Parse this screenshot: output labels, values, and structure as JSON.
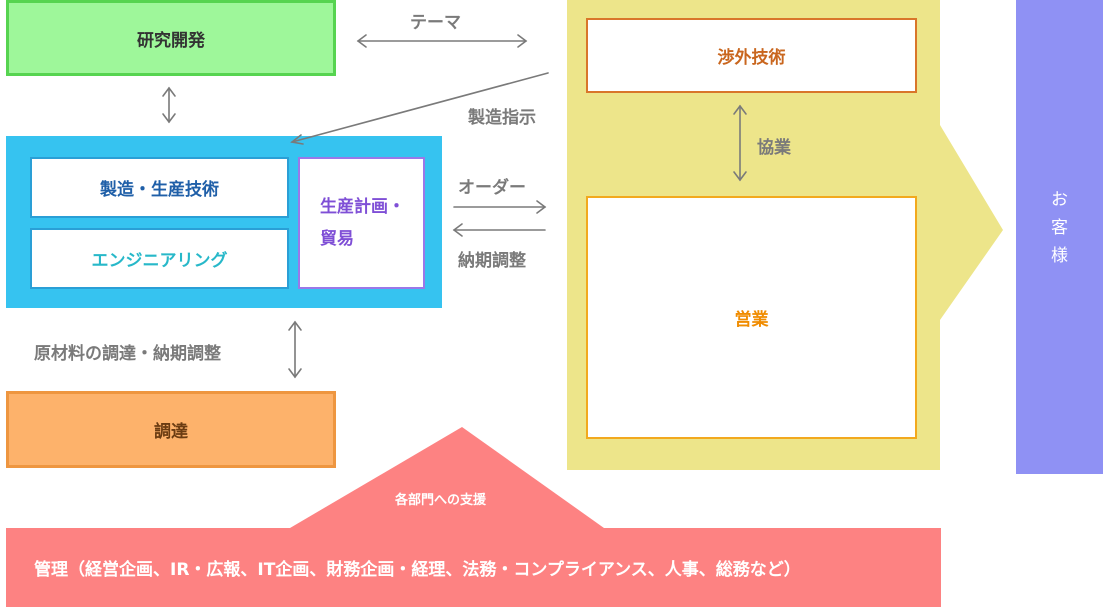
{
  "nodes": {
    "research": "研究開発",
    "external_tech": "渉外技術",
    "manufacturing": "製造・生産技術",
    "engineering": "エンジニアリング",
    "planning": "生産計画・\n貿易",
    "sales": "営業",
    "procurement": "調達",
    "customer": "お\n客\n様",
    "management": "管理（経営企画、IR・広報、IT企画、財務企画・経理、法務・コンプライアンス、人事、総務など）"
  },
  "labels": {
    "theme": "テーマ",
    "manufacturing_instruction": "製造指示",
    "cooperation": "協業",
    "order": "オーダー",
    "delivery_adjustment": "納期調整",
    "materials_procurement": "原材料の調達・納期調整",
    "support": "各部門への支援"
  },
  "colors": {
    "research_fill": "#9ef79a",
    "research_border": "#56d450",
    "blue_block": "#36c3f0",
    "manufacturing_text": "#1f5fa8",
    "engineering_text": "#27b8c9",
    "planning_border": "#9a78e8",
    "planning_text": "#7f4fd6",
    "yellow_block": "#ede58a",
    "external_tech_border": "#d9762a",
    "external_tech_text": "#c9661e",
    "sales_border": "#f2a91e",
    "sales_text": "#f08c00",
    "procurement_fill": "#fdb26b",
    "procurement_border": "#ee9640",
    "procurement_text": "#6b3c12",
    "customer_fill": "#8f91f4",
    "management_fill": "#fd8282",
    "arrow": "#7a7a7a"
  }
}
